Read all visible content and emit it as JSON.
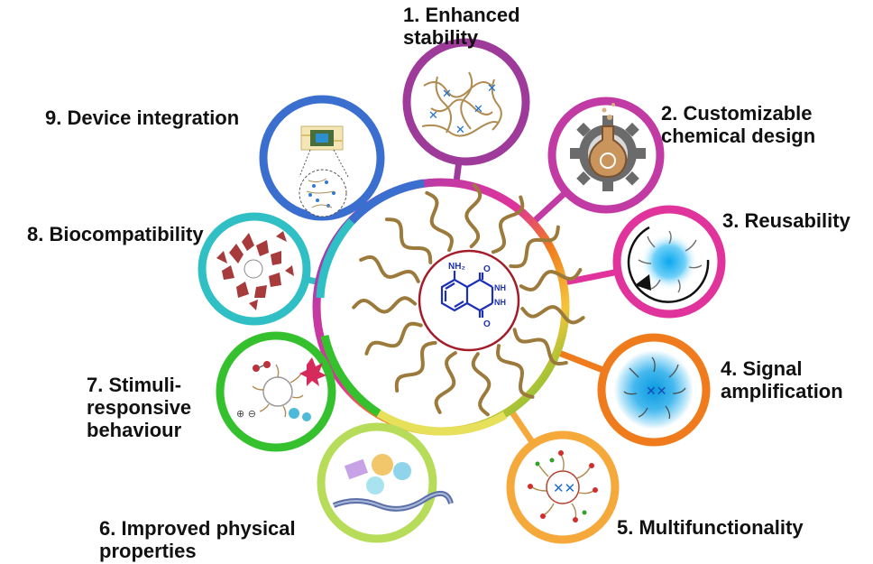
{
  "features": [
    {
      "id": "stability",
      "lines": [
        "1.  Enhanced",
        "stability"
      ],
      "color": "#9d3a9a",
      "icon": "polymer-network-icon"
    },
    {
      "id": "design",
      "lines": [
        "2. Customizable",
        "chemical design"
      ],
      "color": "#c23aa3",
      "icon": "flask-gear-icon"
    },
    {
      "id": "reusability",
      "lines": [
        "3. Reusability"
      ],
      "color": "#e0339c",
      "icon": "recycle-nanoparticle-icon"
    },
    {
      "id": "signal",
      "lines": [
        "4. Signal",
        "amplification"
      ],
      "color": "#f07b1c",
      "icon": "glowing-nanoparticle-icon"
    },
    {
      "id": "multifunctionality",
      "lines": [
        "5. Multifunctionality"
      ],
      "color": "#f4a93a",
      "icon": "functionalized-nanoparticle-icon"
    },
    {
      "id": "physical",
      "lines": [
        "6. Improved physical",
        "properties"
      ],
      "color": "#b7dc5a",
      "icon": "composite-film-icon"
    },
    {
      "id": "stimuli",
      "lines": [
        "7. Stimuli-",
        "responsive",
        "behaviour"
      ],
      "color": "#35c12e",
      "icon": "responsive-nanoparticle-icon"
    },
    {
      "id": "biocompatibility",
      "lines": [
        "8. Biocompatibility"
      ],
      "color": "#2fbfc4",
      "icon": "cell-cluster-icon"
    },
    {
      "id": "device",
      "lines": [
        "9. Device integration"
      ],
      "color": "#3a6fd0",
      "icon": "chip-device-icon"
    }
  ],
  "molecule": {
    "substituent": "NH₂",
    "oxygen_top": "O",
    "oxygen_bottom": "O",
    "nh_top": "NH",
    "nh_bottom": "NH"
  }
}
